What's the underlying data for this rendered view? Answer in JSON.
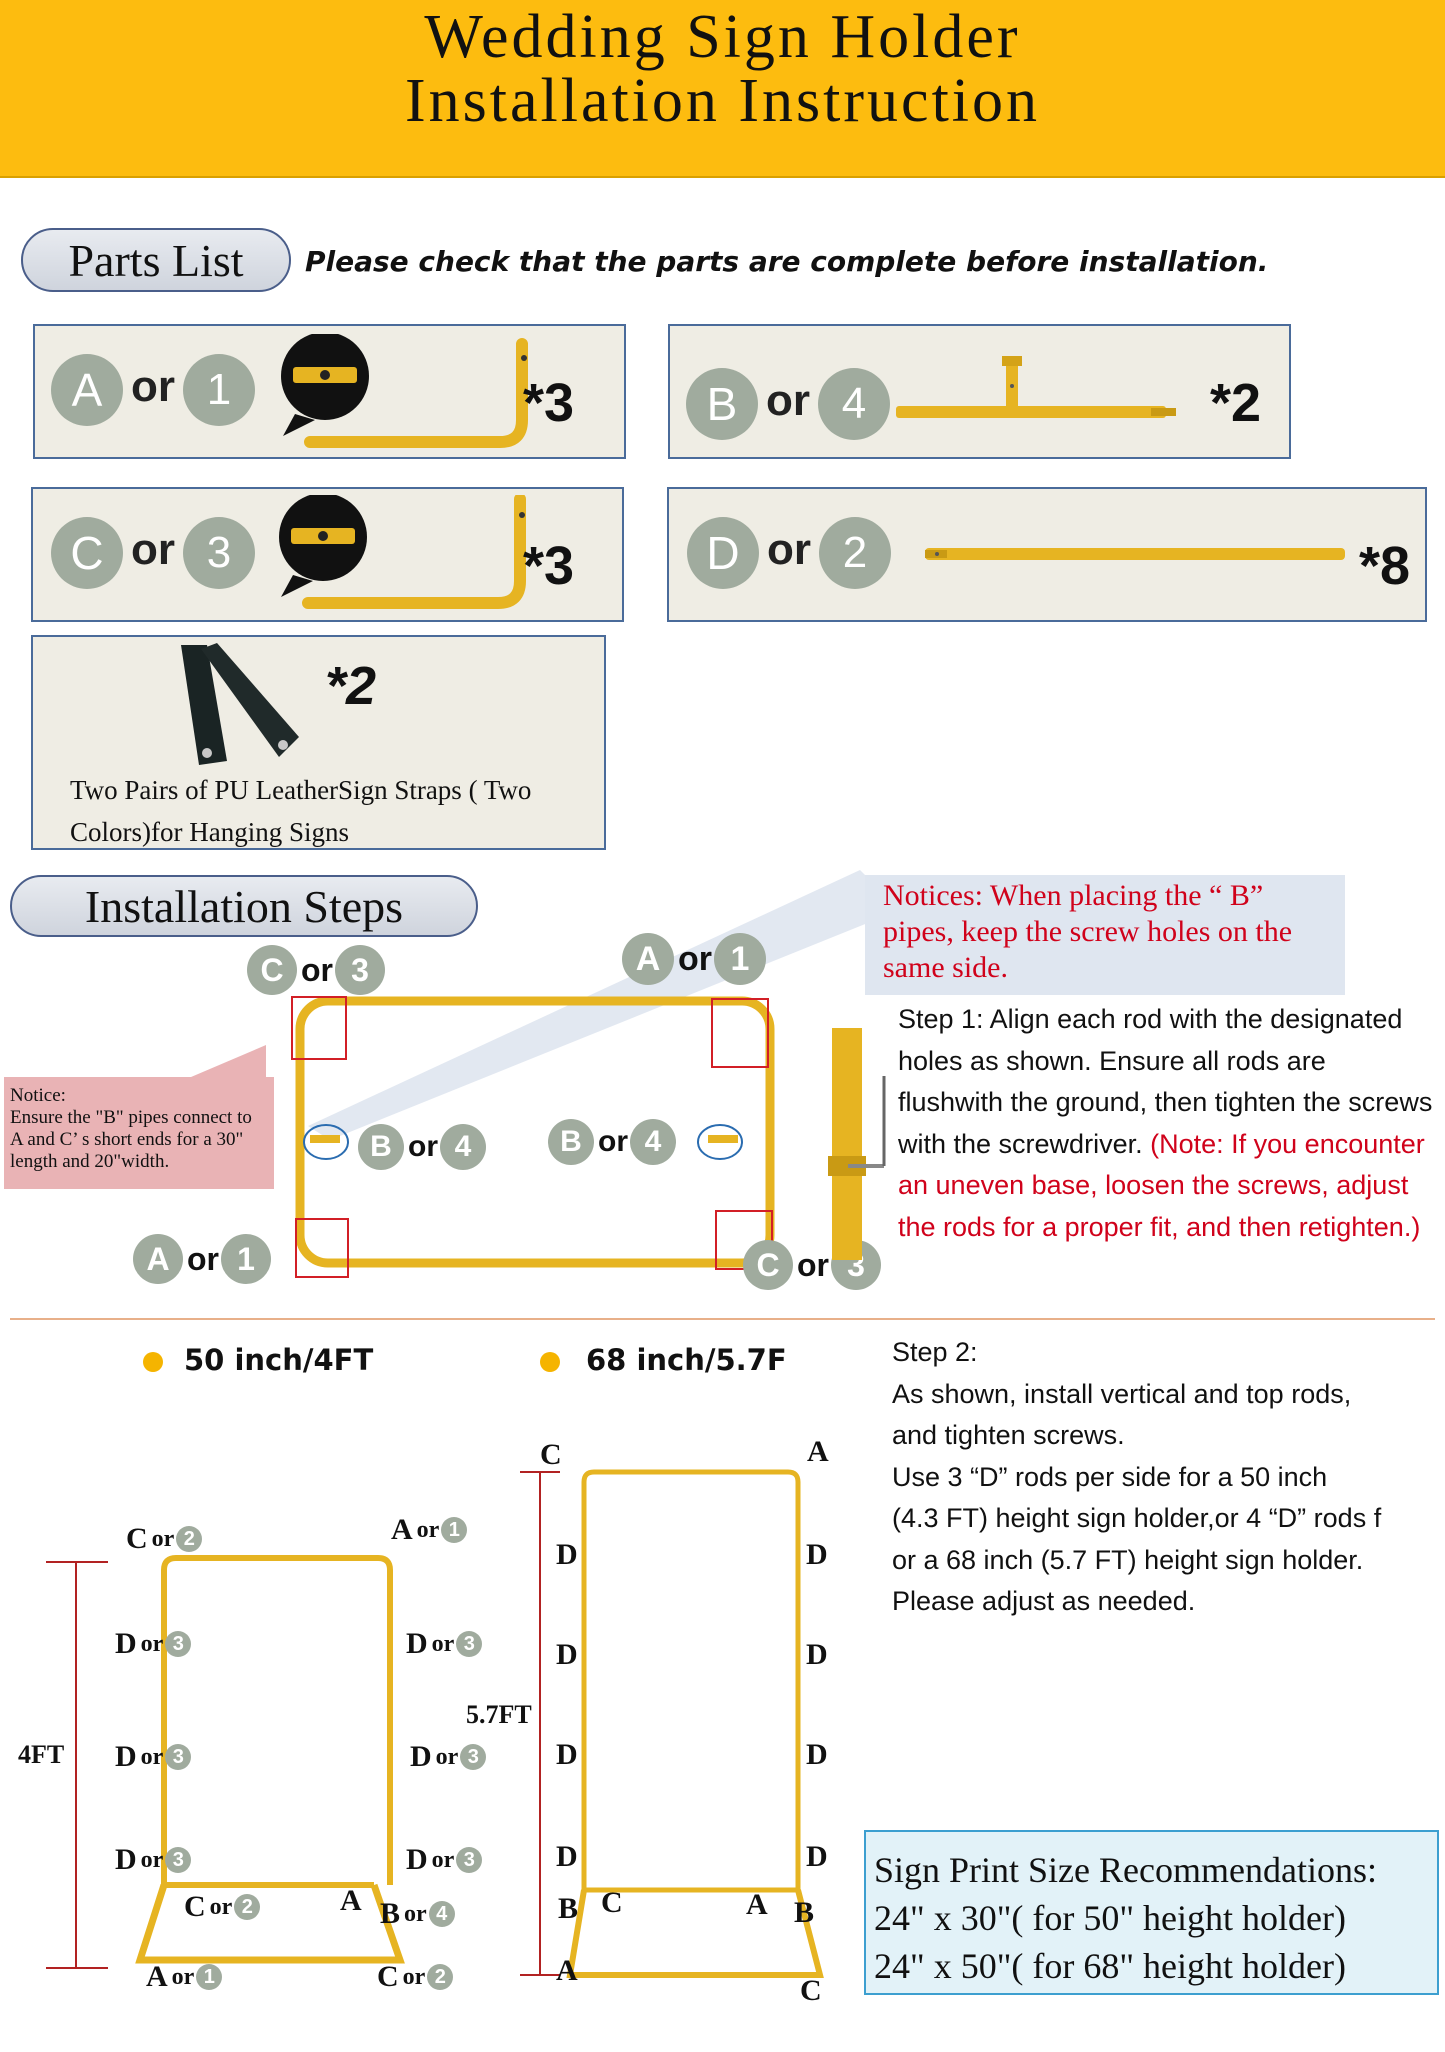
{
  "header": {
    "title_line1": "Wedding Sign Holder",
    "title_line2": "Installation Instruction"
  },
  "parts_section": {
    "title": "Parts List",
    "subtitle": "Please check that the parts are complete before installation.",
    "parts": [
      {
        "letter": "A",
        "or": "or",
        "number": "1",
        "qty": "*3",
        "icon": "l-shaped-corner-pipe"
      },
      {
        "letter": "B",
        "or": "or",
        "number": "4",
        "qty": "*2",
        "icon": "t-connector-pipe"
      },
      {
        "letter": "C",
        "or": "or",
        "number": "3",
        "qty": "*3",
        "icon": "l-shaped-corner-pipe"
      },
      {
        "letter": "D",
        "or": "or",
        "number": "2",
        "qty": "*8",
        "icon": "straight-rod"
      }
    ],
    "straps": {
      "qty": "*2",
      "description": "Two Pairs of PU LeatherSign Straps ( Two Colors)for Hanging Signs"
    }
  },
  "install_section": {
    "title": "Installation Steps",
    "notice_blue": "Notices: When placing the “ B” pipes, keep the screw holes on the same side.",
    "notice_pink": {
      "title": "Notice:",
      "body": "Ensure the \"B\" pipes connect to A and C’ s short ends for a 30\" length and 20\"width."
    },
    "frame_labels": {
      "top_left": {
        "letter": "C",
        "or": "or",
        "number": "3"
      },
      "top_right": {
        "letter": "A",
        "or": "or",
        "number": "1"
      },
      "mid_left": {
        "letter": "B",
        "or": "or",
        "number": "4"
      },
      "mid_right": {
        "letter": "B",
        "or": "or",
        "number": "4"
      },
      "bottom_left": {
        "letter": "A",
        "or": "or",
        "number": "1"
      },
      "bottom_right": {
        "letter": "C",
        "or": "or",
        "number": "3"
      }
    },
    "step1": {
      "text": "Step 1: Align each rod with the designated holes as shown. Ensure all rods are flushwith the ground, then tighten the screws with the screwdriver.",
      "note": "(Note: If you encounter an uneven base, loosen the screws, adjust the rods for a proper fit, and then retighten.)"
    },
    "step2": {
      "title": "Step 2:",
      "lines": [
        "As shown,  install vertical and top rods,",
        "and tighten screws.",
        "Use  3  “D” rods per side for a 50 inch",
        "(4.3 FT) height sign holder,or  4  “D” rods f",
        "or a 68  inch (5.7 FT) height sign holder.",
        "Please adjust as needed."
      ]
    },
    "size_options": [
      {
        "label": "50 inch/4FT",
        "dot_color": "#f5b400"
      },
      {
        "label": "68 inch/5.7F",
        "dot_color": "#f5b400"
      }
    ],
    "diagram_50": {
      "height_label": "4FT",
      "labels": {
        "top_left": {
          "letter": "C",
          "or": "or",
          "number": "2"
        },
        "top_right": {
          "letter": "A",
          "or": "or",
          "number": "1"
        },
        "d_left": {
          "letter": "D",
          "or": "or",
          "number": "3"
        },
        "d_right": {
          "letter": "D",
          "or": "or",
          "number": "3"
        },
        "base_c": {
          "letter": "C",
          "or": "or",
          "number": "2"
        },
        "base_a": "A",
        "base_b": {
          "letter": "B",
          "or": "or",
          "number": "4"
        },
        "bottom_left": {
          "letter": "A",
          "or": "or",
          "number": "1"
        },
        "bottom_right": {
          "letter": "C",
          "or": "or",
          "number": "2"
        }
      }
    },
    "diagram_68": {
      "height_label": "5.7FT",
      "labels": {
        "c": "C",
        "a": "A",
        "d": "D",
        "b": "B"
      }
    },
    "sign_sizes": {
      "title": "Sign Print Size Recommendations:",
      "line1": "24\" x 30\"( for 50\" height holder)",
      "line2": "24\"  x  50\"( for  68\" height holder)"
    }
  },
  "colors": {
    "header_bg": "#fdbc0f",
    "pipe_gold": "#e6b422",
    "badge_gray": "#a0ab9e",
    "box_border": "#4a6b9a",
    "notice_red": "#d0021b",
    "dimension_red": "#b22222"
  }
}
